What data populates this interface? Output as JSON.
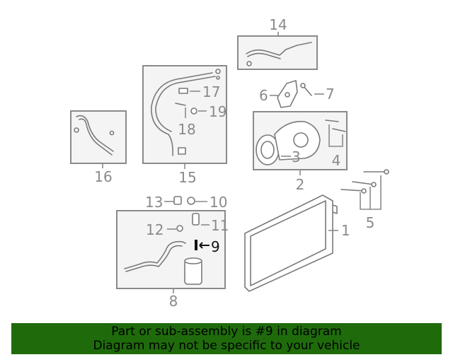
{
  "callouts": {
    "c1": "1",
    "c2": "2",
    "c3": "3",
    "c4": "4",
    "c5": "5",
    "c6": "6",
    "c7": "7",
    "c8": "8",
    "c9": "9",
    "c10": "10",
    "c11": "11",
    "c12": "12",
    "c13": "13",
    "c14": "14",
    "c15": "15",
    "c16": "16",
    "c17": "17",
    "c18": "18",
    "c19": "19"
  },
  "highlight": {
    "part": "9",
    "color": "#111111"
  },
  "banner": {
    "line1": "Part or sub-assembly is #9 in diagram",
    "line2": "Diagram may not be specific to your vehicle",
    "background": "#1f6b0c"
  }
}
